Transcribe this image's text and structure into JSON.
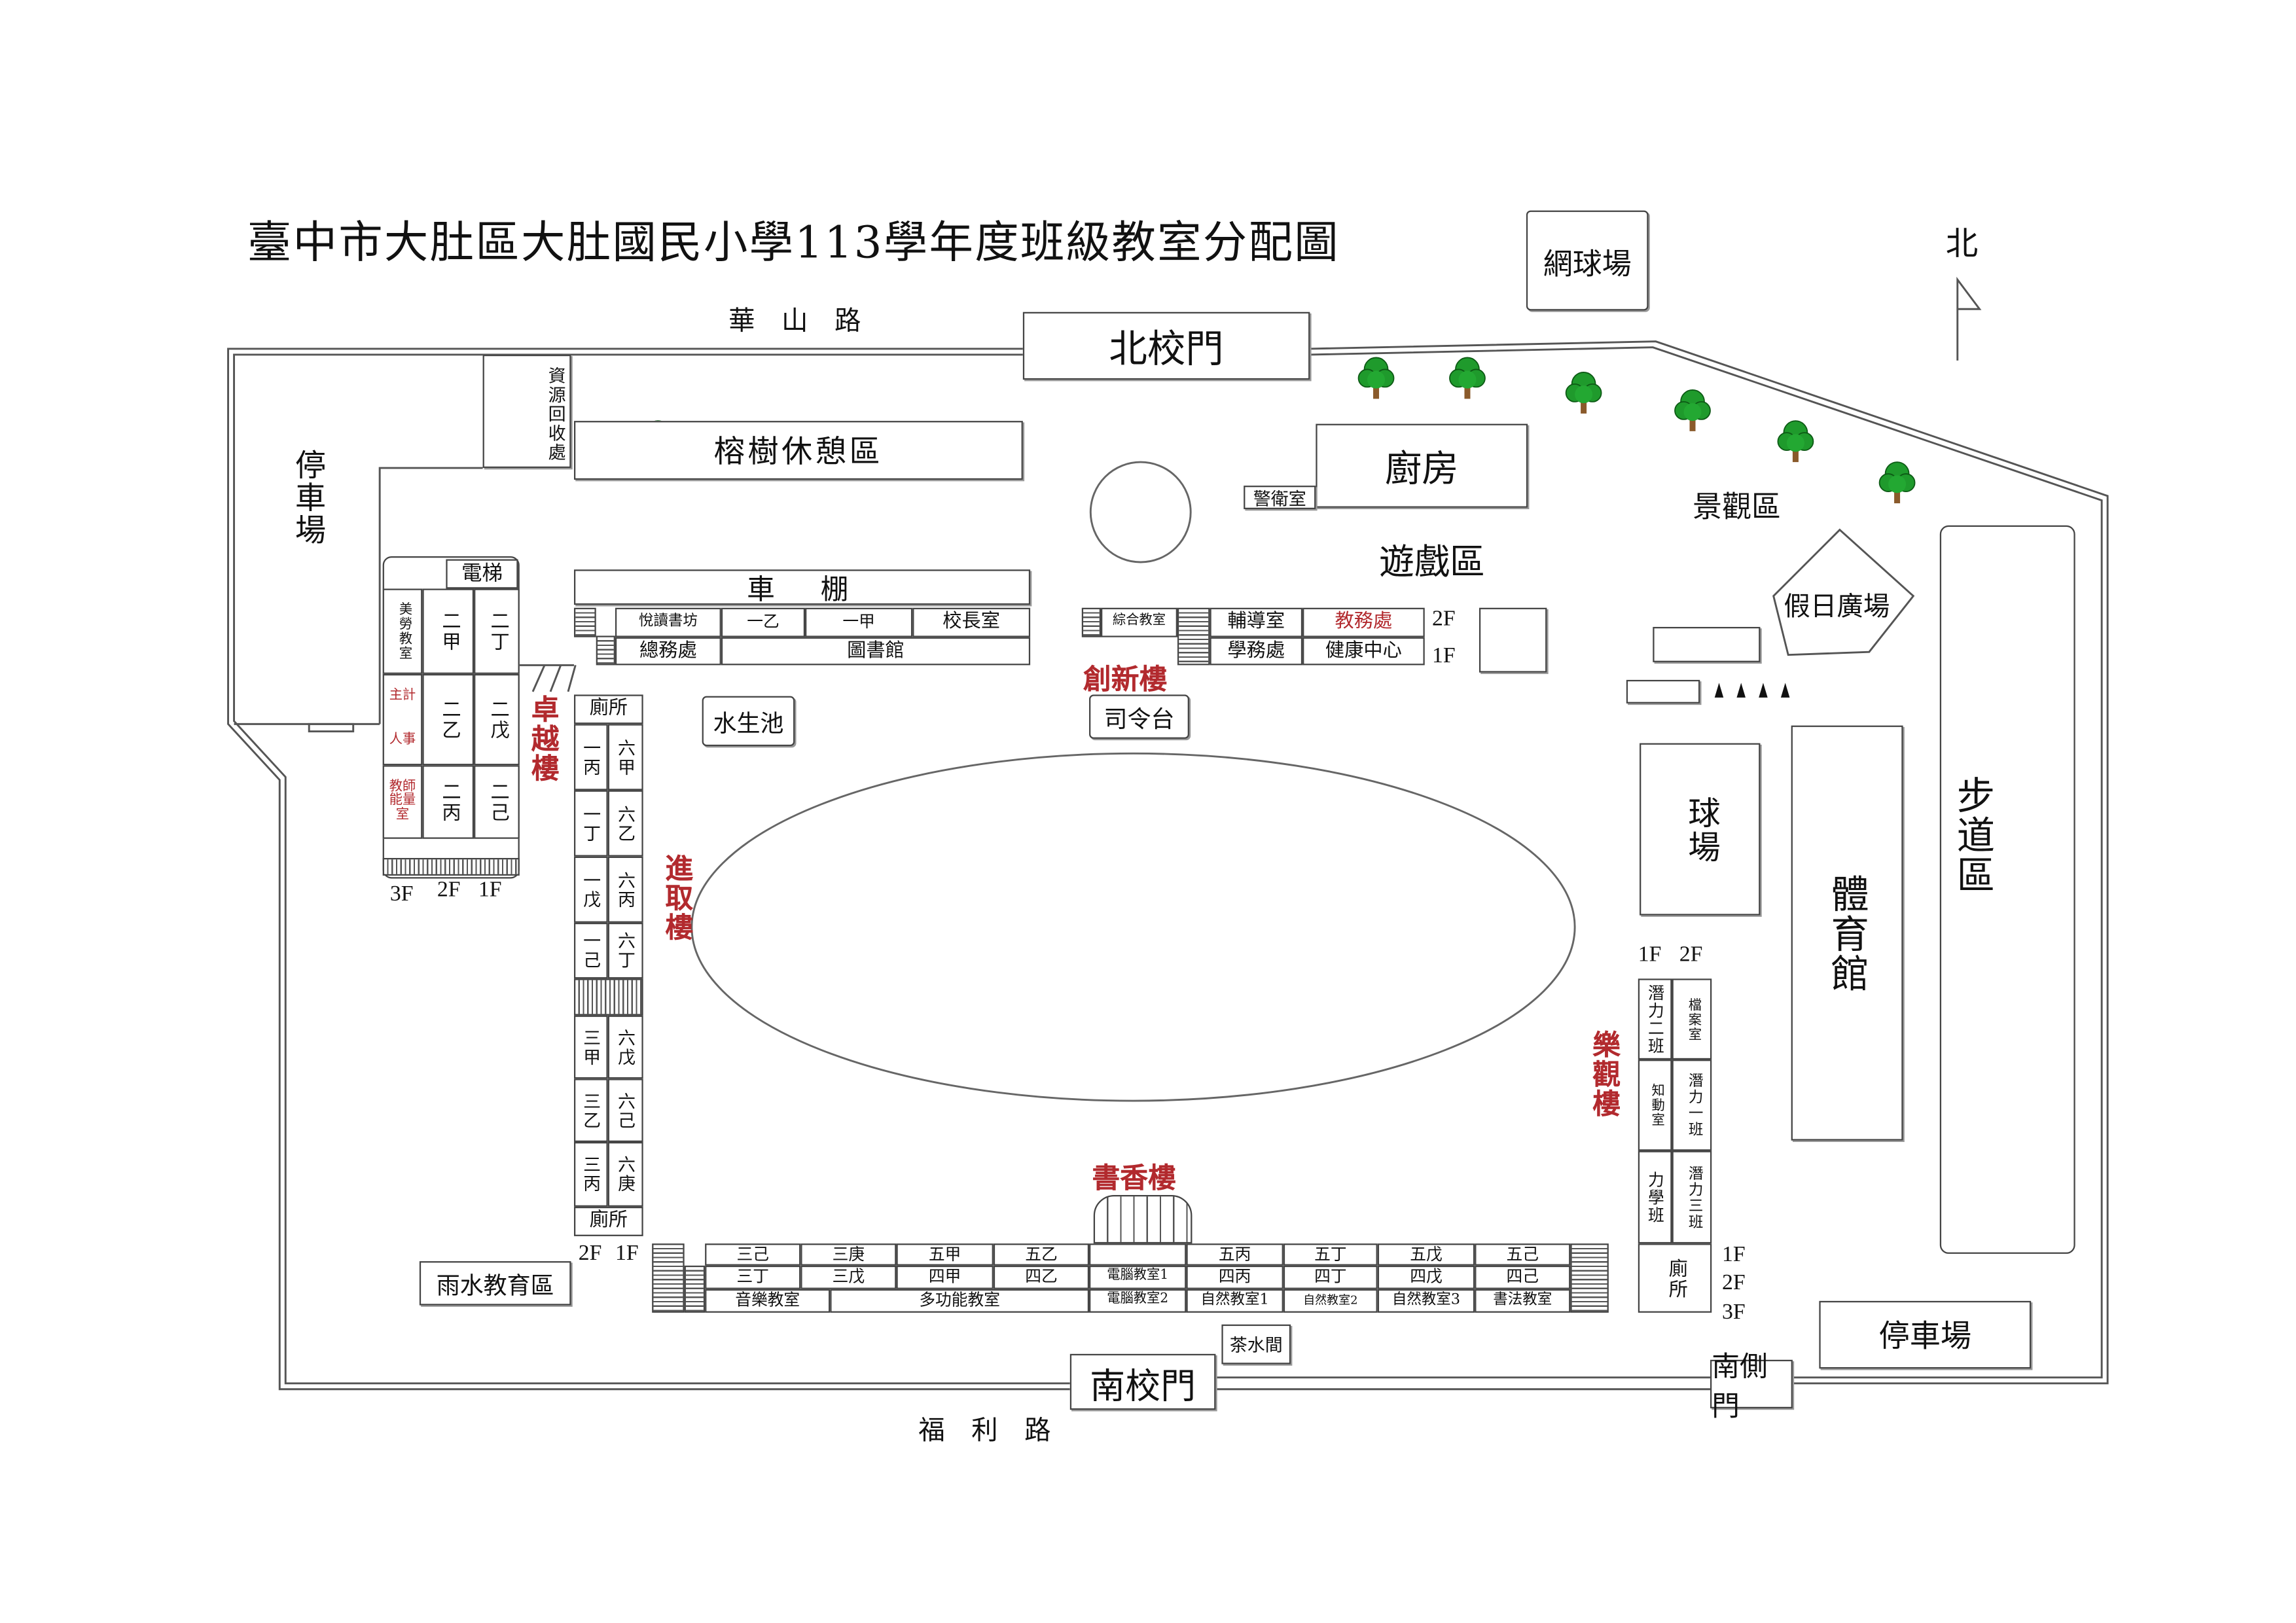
{
  "title": "臺中市大肚區大肚國民小學113學年度班級教室分配圖",
  "compass": "北",
  "roads": {
    "north": "華　山　路",
    "south": "福　利　路"
  },
  "gates": {
    "north": "北校門",
    "south": "南校門",
    "south_side": "南側門"
  },
  "areas": {
    "tennis": "網球場",
    "parking_west": "停車場",
    "recycling": "資源回收處",
    "banyan": "榕樹休憩區",
    "kitchen": "廚房",
    "guard": "警衛室",
    "playground": "遊戲區",
    "landscape": "景觀區",
    "holiday_plaza": "假日廣場",
    "trail": "步道區",
    "gym": "體育館",
    "court": "球場",
    "bike_shed": "車　棚",
    "pond": "水生池",
    "podium": "司令台",
    "rain_edu": "雨水教育區",
    "tea_room": "茶水間",
    "parking_south": "停車場"
  },
  "buildings": {
    "chuangxin": {
      "name": "創新樓",
      "floors": [
        "2F",
        "1F"
      ],
      "upper": [
        "悅讀書坊",
        "一乙",
        "一甲",
        "校長室",
        "綜合教室",
        "輔導室",
        "教務處"
      ],
      "lower": [
        "總務處",
        "圖書館",
        "學務處",
        "健康中心"
      ]
    },
    "zhuoyue": {
      "name": "卓越樓",
      "elevator": "電梯",
      "floors": [
        "3F",
        "2F",
        "1F"
      ],
      "rooms": [
        [
          "美勞教室",
          "二甲",
          "二丁"
        ],
        [
          "主計",
          "人事",
          "二乙",
          "二戊"
        ],
        [
          "教師能量室",
          "二丙",
          "二己"
        ]
      ]
    },
    "jinqu": {
      "name": "進取樓",
      "floors": [
        "2F",
        "1F"
      ],
      "restroom": "廁所",
      "rows": [
        [
          "一丙",
          "六甲"
        ],
        [
          "一丁",
          "六乙"
        ],
        [
          "一戊",
          "六丙"
        ],
        [
          "一己",
          "六丁"
        ],
        [
          "三甲",
          "六戊"
        ],
        [
          "三乙",
          "六己"
        ],
        [
          "三丙",
          "六庚"
        ]
      ]
    },
    "shuxiang": {
      "name": "書香樓",
      "floors": [
        "1F",
        "2F",
        "3F"
      ],
      "restroom": "廁所",
      "row1": [
        "三己",
        "三庚",
        "五甲",
        "五乙",
        "五丙",
        "五丁",
        "五戊",
        "五己"
      ],
      "row2": [
        "三丁",
        "三戊",
        "四甲",
        "四乙",
        "電腦教室1",
        "四丙",
        "四丁",
        "四戊",
        "四己"
      ],
      "row3": [
        "音樂教室",
        "多功能教室",
        "電腦教室2",
        "自然教室1",
        "自然教室2",
        "自然教室3",
        "書法教室"
      ]
    },
    "leguan": {
      "name": "樂觀樓",
      "floors": [
        "1F",
        "2F"
      ],
      "restroom": "廁所",
      "rooms": [
        [
          "潛力二班",
          "檔案室"
        ],
        [
          "知動室",
          "潛力一班"
        ],
        [
          "力學班",
          "潛力三班"
        ]
      ]
    }
  },
  "colors": {
    "accent_red": "#b22a2e",
    "tree": "#1f9a2c",
    "trunk": "#8a5a2b"
  }
}
